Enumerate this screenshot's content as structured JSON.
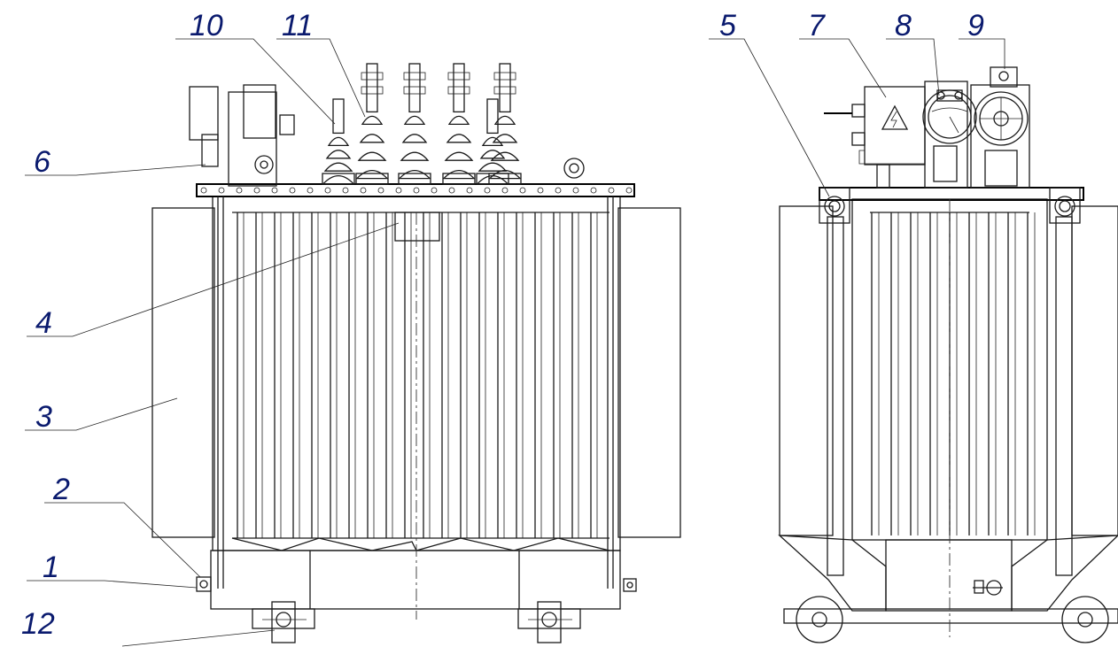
{
  "diagram": {
    "callouts": [
      {
        "id": "c1",
        "label": "1"
      },
      {
        "id": "c2",
        "label": "2"
      },
      {
        "id": "c3",
        "label": "3"
      },
      {
        "id": "c4",
        "label": "4"
      },
      {
        "id": "c5",
        "label": "5"
      },
      {
        "id": "c6",
        "label": "6"
      },
      {
        "id": "c7",
        "label": "7"
      },
      {
        "id": "c8",
        "label": "8"
      },
      {
        "id": "c9",
        "label": "9"
      },
      {
        "id": "c10",
        "label": "10"
      },
      {
        "id": "c11",
        "label": "11"
      },
      {
        "id": "c12",
        "label": "12"
      }
    ],
    "colors": {
      "callout_text": "#0a1a6e",
      "line": "#1a1a1a",
      "background": "#ffffff"
    },
    "icons": {
      "warning_symbol": "lightning-bolt-icon"
    }
  }
}
